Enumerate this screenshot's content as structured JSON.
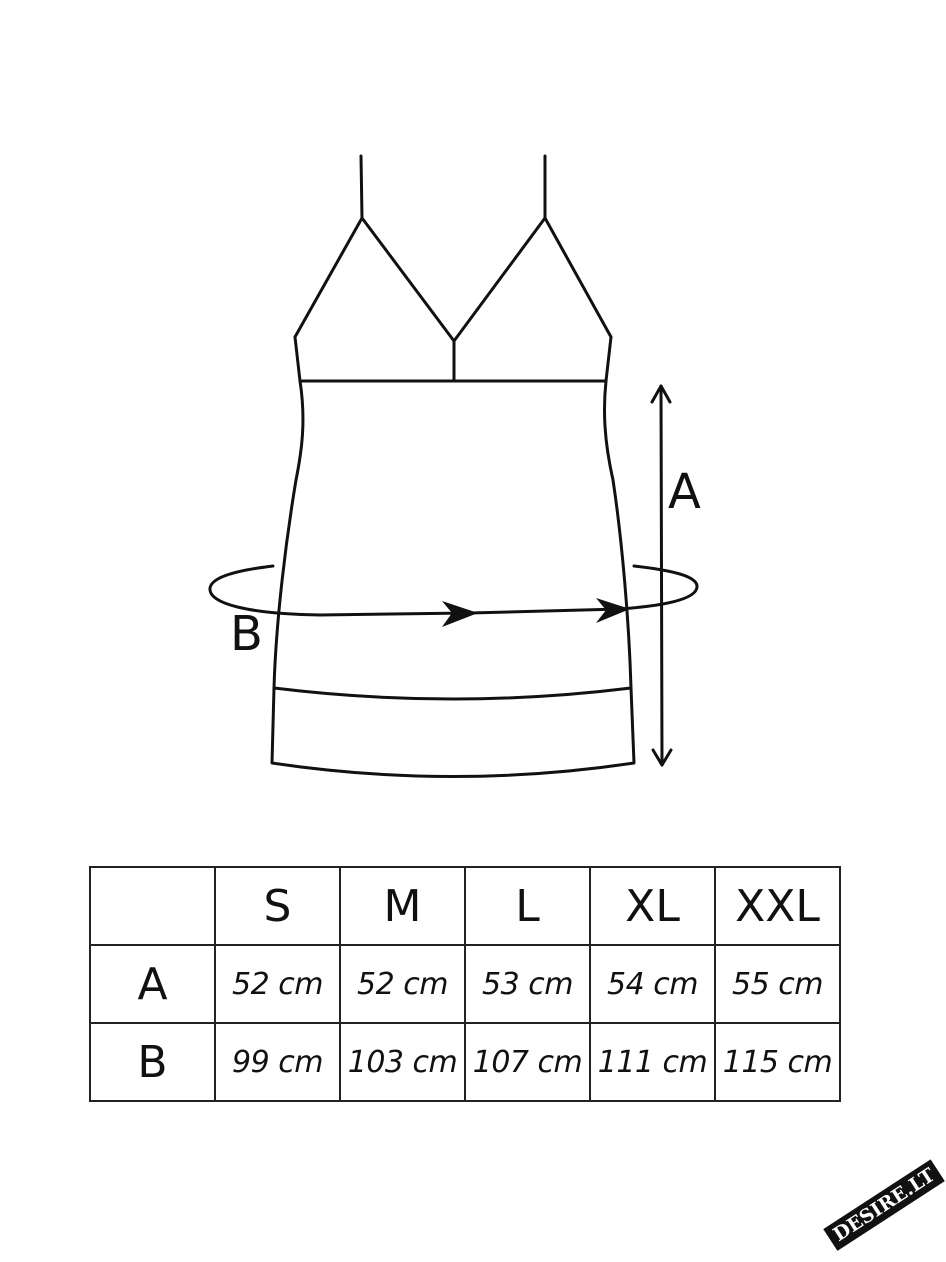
{
  "diagram": {
    "label_a": "A",
    "label_b": "B"
  },
  "table": {
    "corner": "",
    "sizes": [
      "S",
      "M",
      "L",
      "XL",
      "XXL"
    ],
    "rows": [
      {
        "label": "A",
        "values": [
          "52 cm",
          "52 cm",
          "53 cm",
          "54 cm",
          "55 cm"
        ]
      },
      {
        "label": "B",
        "values": [
          "99 cm",
          "103 cm",
          "107 cm",
          "111 cm",
          "115 cm"
        ]
      }
    ]
  },
  "watermark": {
    "text": "DESIRE.LT"
  }
}
